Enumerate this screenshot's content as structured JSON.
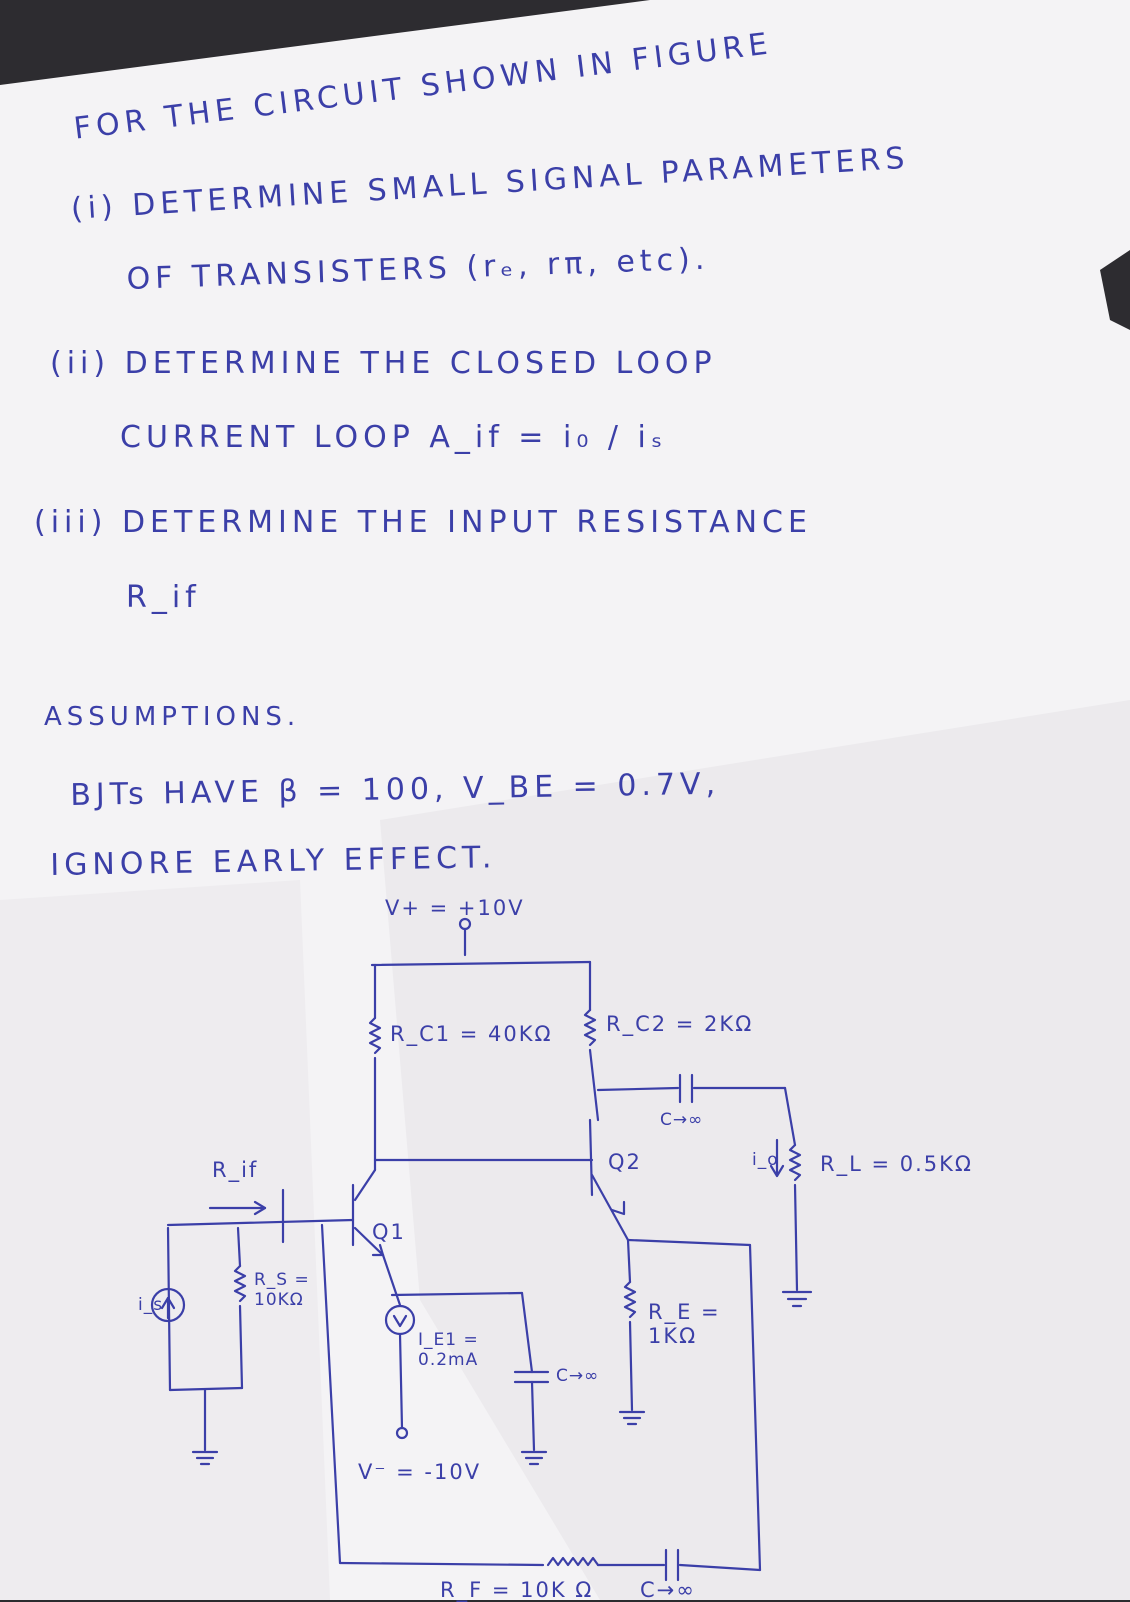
{
  "problem": {
    "line1": "FOR  THE CIRCUIT SHOWN IN FIGURE",
    "line2": "(i) DETERMINE SMALL SIGNAL PARAMETERS",
    "line3": "OF TRANSISTERS (rₑ, rπ, etc).",
    "line4": "(ii) DETERMINE  THE  CLOSED LOOP",
    "line5": "CURRENT LOOP A_if = i₀ / iₛ",
    "line6": "(iii) DETERMINE THE INPUT RESISTANCE",
    "line7": "R_if"
  },
  "assumptions": {
    "heading": "ASSUMPTIONS.",
    "line1": "BJTs HAVE β = 100, V_BE = 0.7V,",
    "line2": "IGNORE  EARLY EFFECT."
  },
  "circuit": {
    "vplus": "V+ = +10V",
    "rc1": "R_C1 = 40KΩ",
    "rc2": "R_C2 = 2KΩ",
    "c_top": "C→∞",
    "q1": "Q1",
    "q2": "Q2",
    "rif": "R_if",
    "rs": "R_S = 10KΩ",
    "is": "i_s",
    "io": "i_o",
    "rl": "R_L = 0.5KΩ",
    "ie1": "I_E1 = 0.2mA",
    "c_mid": "C→∞",
    "re": "R_E = 1KΩ",
    "vminus": "V⁻ = -10V",
    "rf": "R_F = 10K Ω",
    "c_bot": "C→∞"
  }
}
